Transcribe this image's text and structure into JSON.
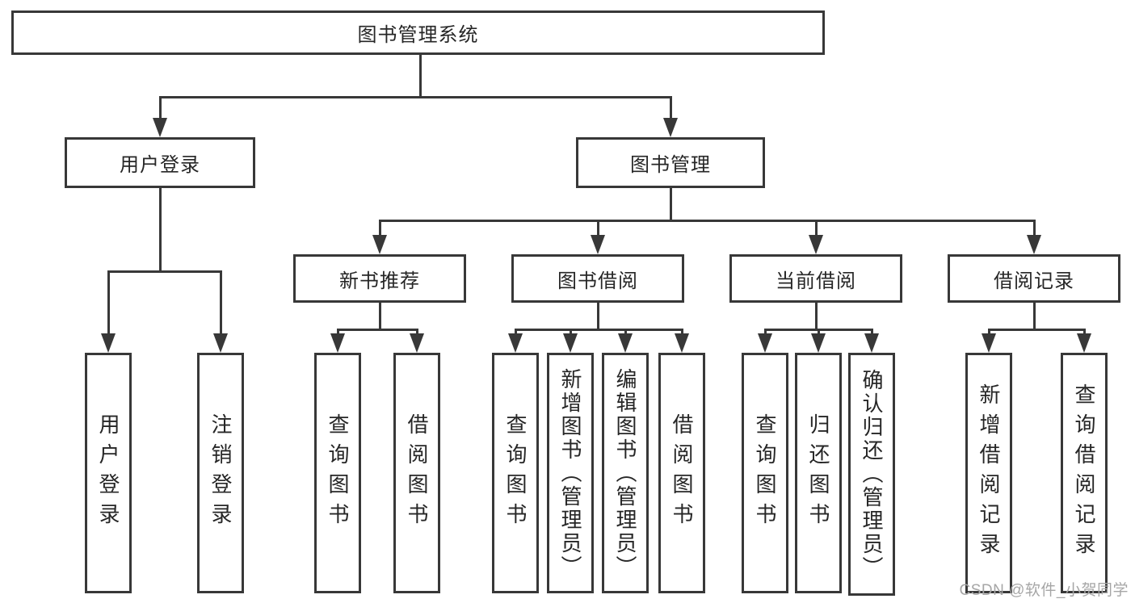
{
  "tree": {
    "root": {
      "label": "图书管理系统",
      "children": [
        {
          "label": "用户登录",
          "children": [
            {
              "label": "用户登录"
            },
            {
              "label": "注销登录"
            }
          ]
        },
        {
          "label": "图书管理",
          "children": [
            {
              "label": "新书推荐",
              "children": [
                {
                  "label": "查询图书"
                },
                {
                  "label": "借阅图书"
                }
              ]
            },
            {
              "label": "图书借阅",
              "children": [
                {
                  "label": "查询图书"
                },
                {
                  "label": "新增图书（管理员）"
                },
                {
                  "label": "编辑图书（管理员）"
                },
                {
                  "label": "借阅图书"
                }
              ]
            },
            {
              "label": "当前借阅",
              "children": [
                {
                  "label": "查询图书"
                },
                {
                  "label": "归还图书"
                },
                {
                  "label": "确认归还（管理员）"
                }
              ]
            },
            {
              "label": "借阅记录",
              "children": [
                {
                  "label": "新增借阅记录"
                },
                {
                  "label": "查询借阅记录"
                }
              ]
            }
          ]
        }
      ]
    }
  },
  "watermark": {
    "text": "CSDN @软件_小贺同学"
  },
  "colors": {
    "line": "#383838",
    "text": "#262626",
    "background": "#ffffff",
    "watermark": "#a6a6a6"
  }
}
